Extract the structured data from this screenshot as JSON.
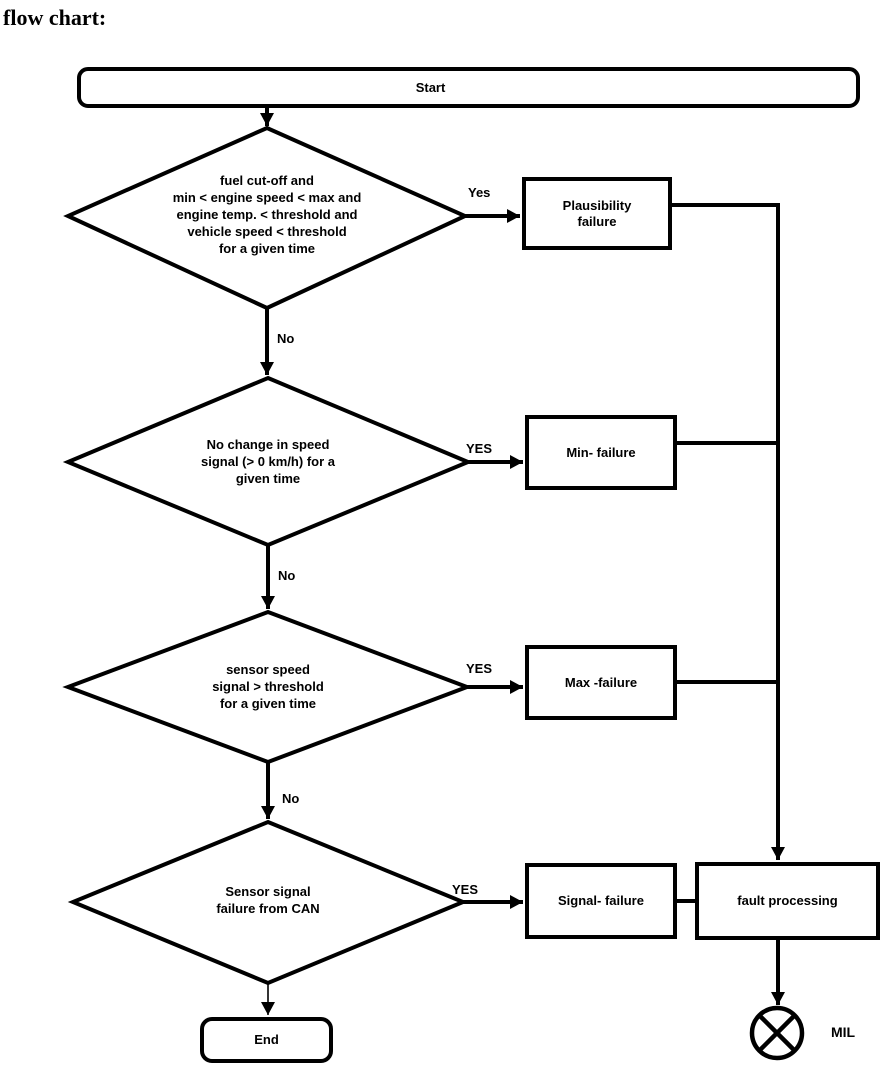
{
  "page": {
    "title": "flow chart:"
  },
  "nodes": {
    "start": "Start",
    "end": "End",
    "decision_plausibility": "fuel cut-off and\nmin < engine speed < max and\nengine temp. < threshold and\nvehicle speed < threshold\nfor a given time",
    "decision_no_change": "No change in speed\nsignal (> 0 km/h) for a\ngiven time",
    "decision_over_threshold": "sensor speed\nsignal  > threshold\nfor a given time",
    "decision_can_signal": "Sensor signal\nfailure from CAN",
    "plausibility_failure": "Plausibility\nfailure",
    "min_failure": "Min- failure",
    "max_failure": "Max -failure",
    "signal_failure": "Signal- failure",
    "fault_processing": "fault processing",
    "mil": "MIL"
  },
  "edges": {
    "d1_yes": "Yes",
    "d2_yes": "YES",
    "d3_yes": "YES",
    "d4_yes": "YES",
    "d1_no": "No",
    "d2_no": "No",
    "d3_no": "No"
  },
  "colors": {
    "line": "#000000",
    "background": "#ffffff"
  }
}
